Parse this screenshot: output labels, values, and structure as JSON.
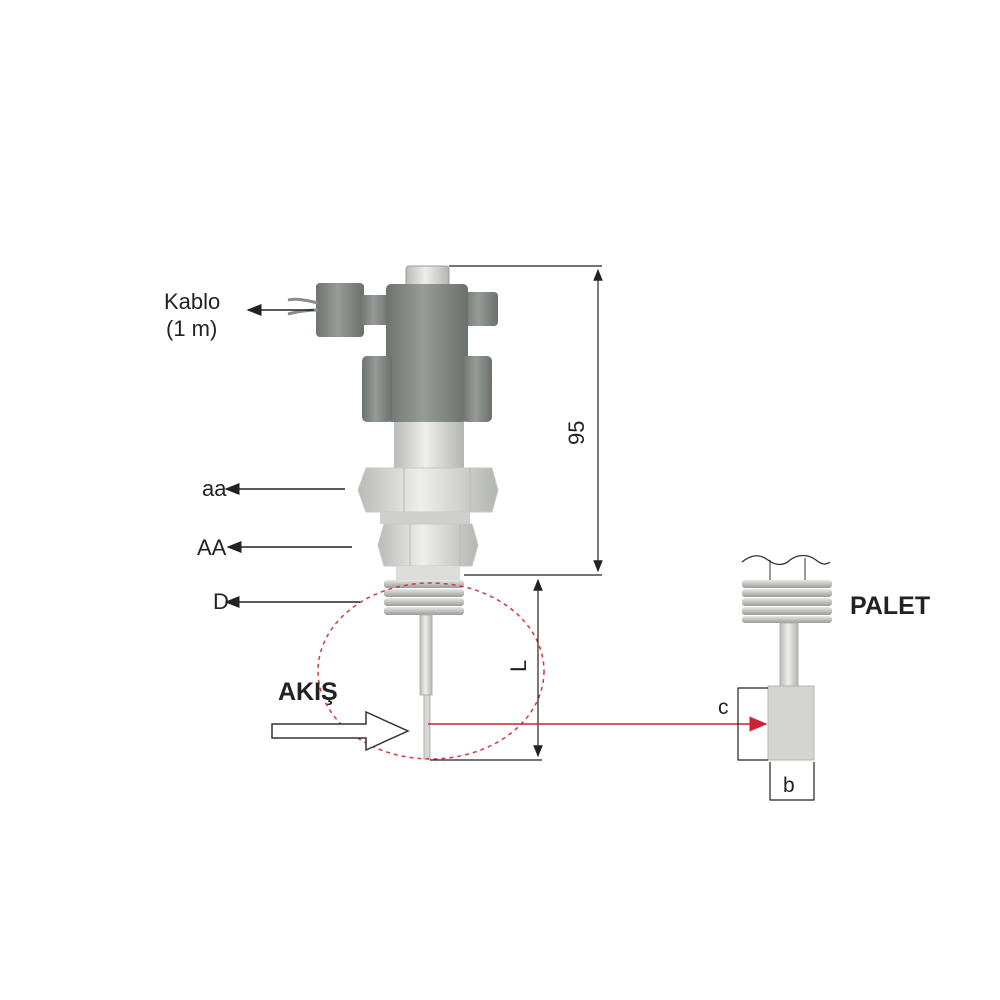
{
  "labels": {
    "cable_line1": "Kablo",
    "cable_line2": "(1 m)",
    "aa": "aa",
    "AA": "AA",
    "D": "D",
    "flow": "AKIŞ",
    "dim_height": "95",
    "dim_length": "L",
    "paddle": "PALET",
    "dim_c": "c",
    "dim_b": "b"
  },
  "colors": {
    "body_dark": "#8a8e8b",
    "metal_light": "#d8d9d6",
    "line": "#222222",
    "detail_circle": "#d13a3a",
    "pointer_arrow": "#cc2233"
  }
}
